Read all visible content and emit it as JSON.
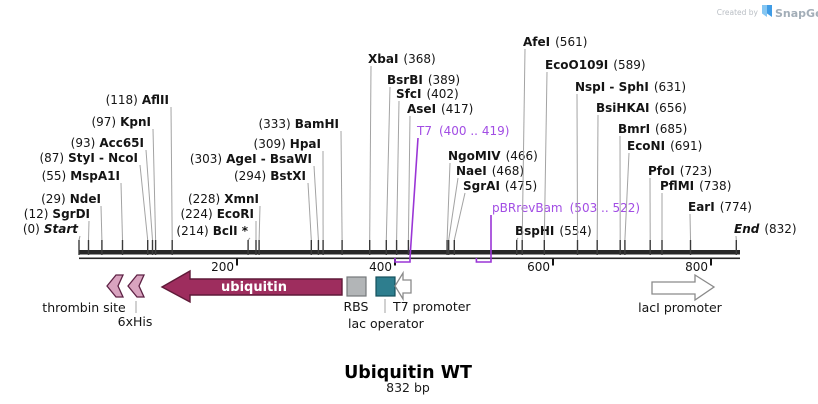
{
  "credit": {
    "prefix": "Created by",
    "brand": "SnapGene"
  },
  "footer": {
    "title": "Ubiquitin WT",
    "length": "832 bp"
  },
  "ruler": {
    "ticks": [
      "200",
      "400",
      "600",
      "800"
    ]
  },
  "colors": {
    "primer_purple": "#a24de4",
    "ubiquitin_maroon": "#9e2d5e",
    "tag_pink": "#d9a3bf",
    "lac_operator_teal": "#2e7e8e",
    "rbs_gray": "#b2b5b7",
    "sequence_line": "#262626",
    "logo_blue": "#3f9ce6"
  },
  "sites": [
    {
      "pos": "(0)",
      "name": "Start"
    },
    {
      "pos": "(12)",
      "name": "SgrDI"
    },
    {
      "pos": "(29)",
      "name": "NdeI"
    },
    {
      "pos": "(55)",
      "name": "MspA1I"
    },
    {
      "pos": "(87)",
      "name": "StyI - NcoI"
    },
    {
      "pos": "(93)",
      "name": "Acc65I"
    },
    {
      "pos": "(97)",
      "name": "KpnI"
    },
    {
      "pos": "(118)",
      "name": "AflII"
    },
    {
      "pos": "(214)",
      "name": "BclI *"
    },
    {
      "pos": "(224)",
      "name": "EcoRI"
    },
    {
      "pos": "(228)",
      "name": "XmnI"
    },
    {
      "pos": "(294)",
      "name": "BstXI"
    },
    {
      "pos": "(303)",
      "name": "AgeI - BsaWI"
    },
    {
      "pos": "(309)",
      "name": "HpaI"
    },
    {
      "pos": "(333)",
      "name": "BamHI"
    },
    {
      "name": "XbaI",
      "pos": "(368)"
    },
    {
      "name": "BsrBI",
      "pos": "(389)"
    },
    {
      "name": "SfcI",
      "pos": "(402)"
    },
    {
      "name": "AseI",
      "pos": "(417)"
    },
    {
      "name": "T7",
      "pos": "(400 .. 419)"
    },
    {
      "name": "NgoMIV",
      "pos": "(466)"
    },
    {
      "name": "NaeI",
      "pos": "(468)"
    },
    {
      "name": "SgrAI",
      "pos": "(475)"
    },
    {
      "name": "pBRrevBam",
      "pos": "(503 .. 522)"
    },
    {
      "name": "BspHI",
      "pos": "(554)"
    },
    {
      "name": "AfeI",
      "pos": "(561)"
    },
    {
      "name": "EcoO109I",
      "pos": "(589)"
    },
    {
      "name": "NspI - SphI",
      "pos": "(631)"
    },
    {
      "name": "BsiHKAI",
      "pos": "(656)"
    },
    {
      "name": "BmrI",
      "pos": "(685)"
    },
    {
      "name": "EcoNI",
      "pos": "(691)"
    },
    {
      "name": "PfoI",
      "pos": "(723)"
    },
    {
      "name": "PflMI",
      "pos": "(738)"
    },
    {
      "name": "EarI",
      "pos": "(774)"
    },
    {
      "name": "End",
      "pos": "(832)"
    }
  ],
  "features": {
    "thrombin": "thrombin site",
    "his": "6xHis",
    "ubiquitin": "ubiquitin",
    "rbs": "RBS",
    "lac_operator": "lac operator",
    "t7_promoter": "T7 promoter",
    "laci_promoter": "lacI promoter"
  }
}
